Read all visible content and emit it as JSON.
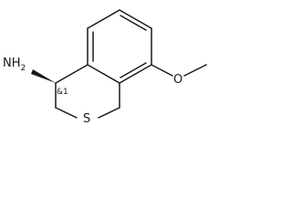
{
  "molecule": {
    "atoms": {
      "amine": "NH",
      "amine_sub": "2",
      "stereo": "&1",
      "sulfur": "S",
      "oxygen": "O"
    },
    "colors": {
      "ink": "#1a1a1a",
      "background": "#ffffff"
    }
  }
}
